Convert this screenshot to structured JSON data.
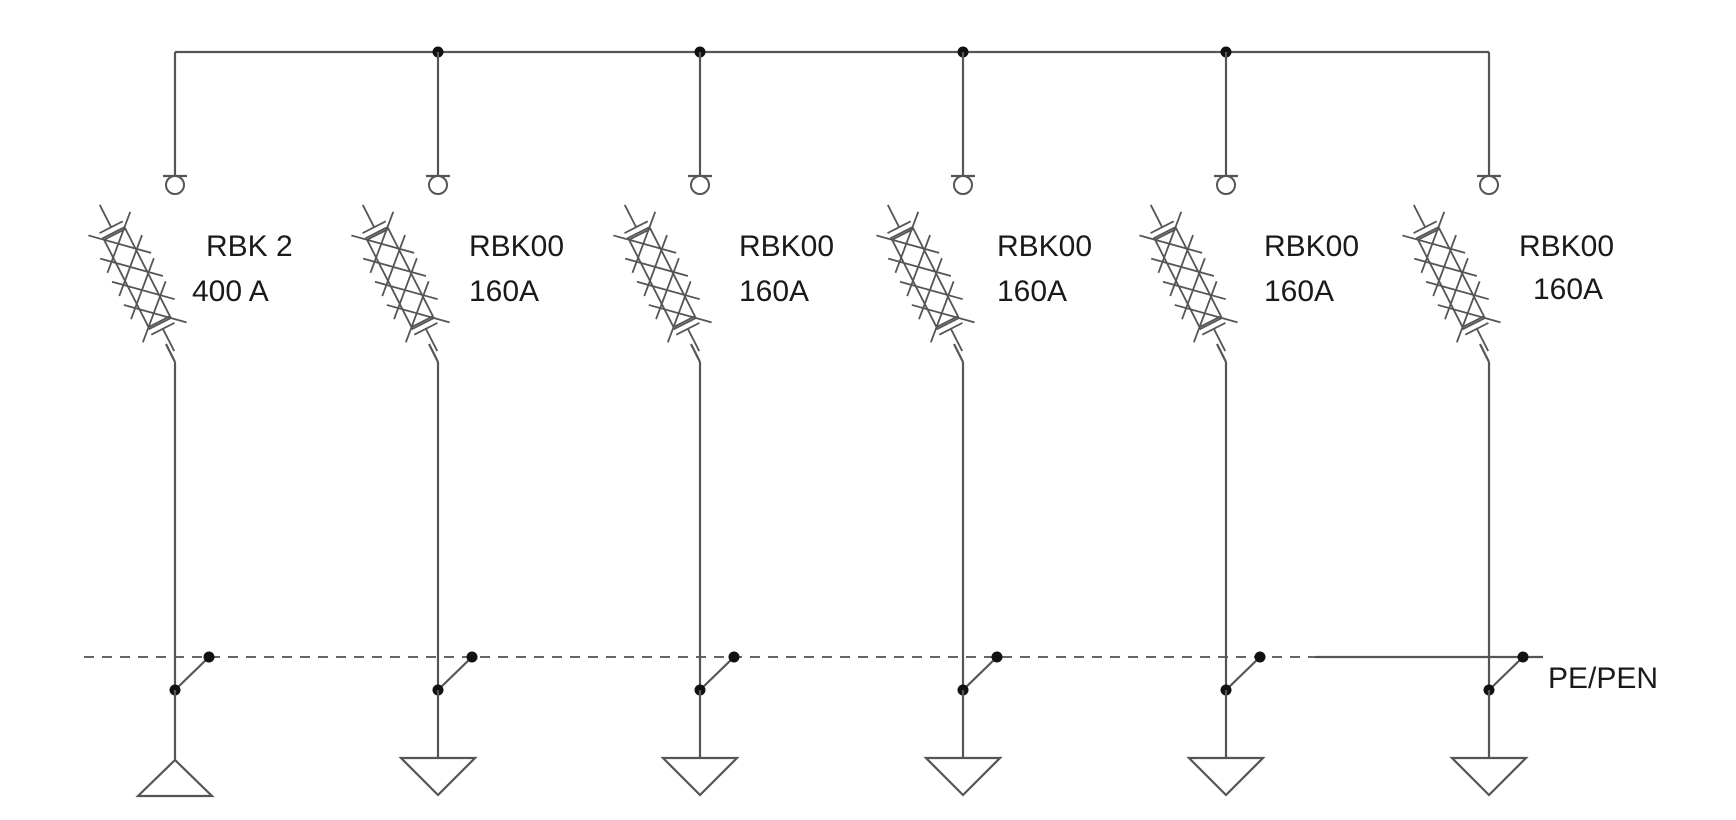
{
  "bus_label": "PE/PEN",
  "feeders": [
    {
      "type": "RBK 2",
      "rating": "400 A",
      "bus_type": "dashed",
      "earth_symbol": "triangle-up"
    },
    {
      "type": "RBK00",
      "rating": "160A",
      "bus_type": "dashed",
      "earth_symbol": "triangle-down"
    },
    {
      "type": "RBK00",
      "rating": "160A",
      "bus_type": "dashed",
      "earth_symbol": "triangle-down"
    },
    {
      "type": "RBK00",
      "rating": "160A",
      "bus_type": "dashed",
      "earth_symbol": "triangle-down"
    },
    {
      "type": "RBK00",
      "rating": "160A",
      "bus_type": "dashed",
      "earth_symbol": "triangle-down"
    },
    {
      "type": "RBK00",
      "rating": "160A",
      "bus_type": "solid",
      "earth_symbol": "triangle-down"
    }
  ]
}
